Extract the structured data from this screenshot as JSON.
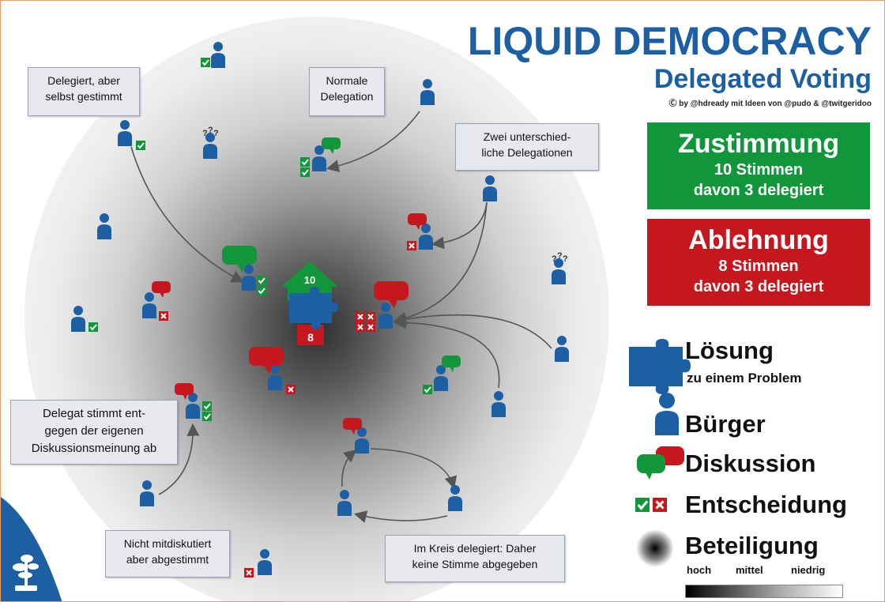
{
  "title": "LIQUID DEMOCRACY",
  "subtitle": "Delegated Voting",
  "credit": "Ⓒ by @hdready mit Ideen von @pudo & @twitgeridoo",
  "approval": {
    "heading": "Zustimmung",
    "line1": "10 Stimmen",
    "line2": "davon 3 delegiert",
    "color": "#12963c"
  },
  "rejection": {
    "heading": "Ablehnung",
    "line1": "8 Stimmen",
    "line2": "davon 3 delegiert",
    "color": "#c4171e"
  },
  "center": {
    "yes_count": "10",
    "no_count": "8"
  },
  "boxes": {
    "delegated_self": [
      "Delegiert, aber",
      "selbst gestimmt"
    ],
    "normal": [
      "Normale",
      "Delegation"
    ],
    "two_delegations": [
      "Zwei unterschied-",
      "liche Delegationen"
    ],
    "delegate_against": [
      "Delegat stimmt ent-",
      "gegen der eigenen",
      "Diskussionsmeinung ab"
    ],
    "not_discussed": [
      "Nicht mitdiskutiert",
      "aber abgestimmt"
    ],
    "circle": [
      "Im Kreis delegiert: Daher",
      "keine Stimme abgegeben"
    ]
  },
  "legend": {
    "solution": "Lösung",
    "solution_sub": "zu einem Problem",
    "citizen": "Bürger",
    "discussion": "Diskussion",
    "decision": "Entscheidung",
    "participation": "Beteiligung",
    "scale_high": "hoch",
    "scale_mid": "mittel",
    "scale_low": "niedrig"
  },
  "colors": {
    "blue": "#1d5fa3",
    "green": "#12963c",
    "red": "#c4171e"
  },
  "icons": [
    "citizen-icon",
    "puzzle-icon",
    "speech-bubble-icon",
    "check-icon",
    "cross-icon",
    "question-icon",
    "bonsai-logo"
  ]
}
